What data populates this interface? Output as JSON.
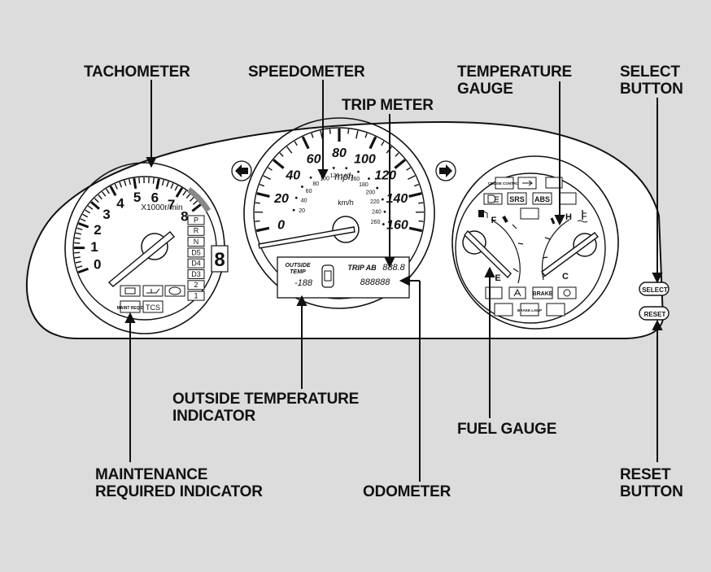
{
  "callouts": {
    "tachometer": "TACHOMETER",
    "speedometer": "SPEEDOMETER",
    "temperature_gauge": [
      "TEMPERATURE",
      "GAUGE"
    ],
    "select_button": [
      "SELECT",
      "BUTTON"
    ],
    "trip_meter": "TRIP METER",
    "outside_temperature_indicator": [
      "OUTSIDE TEMPERATURE",
      "INDICATOR"
    ],
    "fuel_gauge": "FUEL GAUGE",
    "maintenance_required_indicator": [
      "MAINTENANCE",
      "REQUIRED INDICATOR"
    ],
    "odometer": "ODOMETER",
    "reset_button": [
      "RESET",
      "BUTTON"
    ]
  },
  "tachometer": {
    "numerals": [
      "0",
      "1",
      "2",
      "3",
      "4",
      "5",
      "6",
      "7",
      "8"
    ],
    "unit": "X1000r/min",
    "gear_positions": [
      "P",
      "R",
      "N",
      "D5",
      "D4",
      "D3",
      "2",
      "1"
    ],
    "gear_digit": "8",
    "indicator_tcs": "TCS",
    "indicator_maint": "MAINT REQ'D"
  },
  "speedometer": {
    "mph_numerals": [
      "0",
      "20",
      "40",
      "60",
      "80",
      "100",
      "120",
      "140",
      "160"
    ],
    "mph_unit": "mph",
    "kmh_numerals": [
      "20",
      "40",
      "60",
      "80",
      "100",
      "120",
      "140",
      "160",
      "180",
      "200",
      "220",
      "240",
      "260"
    ],
    "kmh_unit": "km/h",
    "outside_temp_label_1": "OUTSIDE",
    "outside_temp_label_2": "TEMP",
    "outside_temp_value": "-188",
    "trip_label": "TRIP AB",
    "trip_value": "888.8",
    "odometer_value": "888888"
  },
  "right_gauge": {
    "fuel_full": "F",
    "fuel_empty": "E",
    "temp_hot": "H",
    "temp_cold": "C",
    "indicator_srs": "SRS",
    "indicator_abs": "ABS",
    "indicator_brake": "BRAKE",
    "indicator_cruise": "CRUISE CONTROL",
    "indicator_brake_lamp": "BRAKE LAMP"
  },
  "buttons": {
    "select": "SELECT",
    "reset": "RESET"
  }
}
